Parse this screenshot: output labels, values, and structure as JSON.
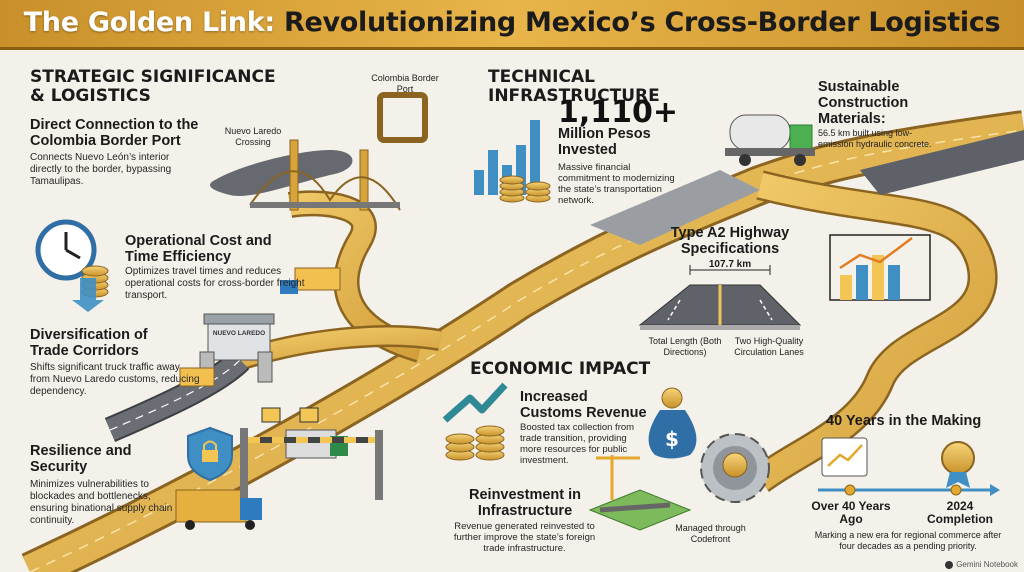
{
  "header": {
    "title_highlight": "The Golden Link:",
    "title_rest": " Revolutionizing Mexico’s Cross-Border Logistics"
  },
  "strategic": {
    "title_line1": "STRATEGIC SIGNIFICANCE",
    "title_line2": "& LOGISTICS",
    "items": [
      {
        "title": "Direct Connection to the Colombia Border Port",
        "text": "Connects Nuevo León’s interior directly to the border, bypassing Tamaulipas.",
        "icon": "bridge-icon"
      },
      {
        "title": "Operational Cost and Time Efficiency",
        "text": "Optimizes travel times and reduces operational costs for cross-border freight transport.",
        "icon": "clock-coins-icon"
      },
      {
        "title": "Diversification of Trade Corridors",
        "text": "Shifts significant truck traffic away from Nuevo Laredo customs, reducing dependency.",
        "icon": "customs-booth-icon"
      },
      {
        "title": "Resilience and Security",
        "text": "Minimizes vulnerabilities to blockades and bottlenecks, ensuring binational supply chain continuity.",
        "icon": "shield-lock-icon"
      }
    ]
  },
  "map_labels": {
    "colombia": "Colombia Border Port",
    "nuevo_laredo": "Nuevo Laredo Crossing",
    "booth_sign": "NUEVO LAREDO"
  },
  "technical": {
    "title": "TECHNICAL INFRASTRUCTURE",
    "investment_value": "1,110+",
    "investment_unit": "Million Pesos Invested",
    "investment_text": "Massive financial commitment to modernizing the state’s transportation network.",
    "highway_title": "Type A2 Highway Specifications",
    "length": "107.7 km",
    "length_caption": "Total Length (Both Directions)",
    "lanes_caption": "Two High-Quality Circulation Lanes"
  },
  "sustainable": {
    "title": "Sustainable Construction Materials:",
    "text": "56.5 km built using low-emission hydraulic concrete."
  },
  "economic": {
    "title": "ECONOMIC IMPACT",
    "customs_title": "Increased Customs Revenue",
    "customs_text": "Boosted tax collection from trade transition, providing more resources for public investment.",
    "reinvest_title": "Reinvestment in Infrastructure",
    "reinvest_text": "Revenue generated reinvested to further improve the state’s foreign trade infrastructure.",
    "managed": "Managed through Codefront"
  },
  "timeline": {
    "title": "40 Years in the Making",
    "start": "Over 40 Years Ago",
    "end": "2024 Completion",
    "text": "Marking a new era for regional commerce after four decades as a pending priority."
  },
  "watermark": "Gemini Notebook",
  "colors": {
    "gold": "#e1b24f",
    "gold_dark": "#b27f26",
    "asphalt": "#5a5d63",
    "teal": "#2f8a96",
    "accent_blue": "#3f8fc4"
  }
}
